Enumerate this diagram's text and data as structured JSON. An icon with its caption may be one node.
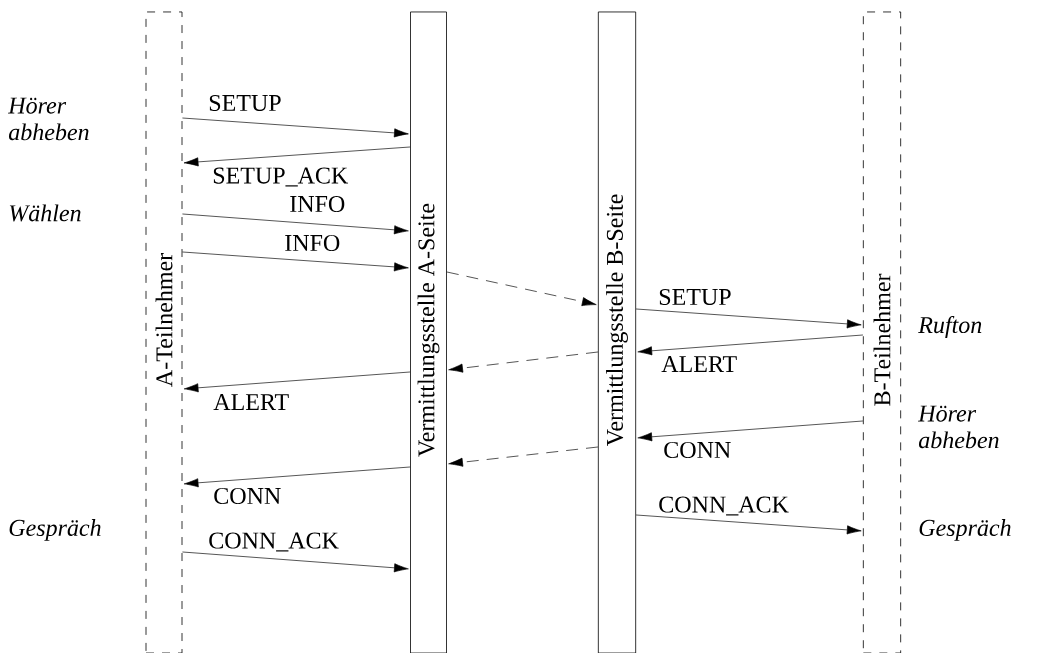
{
  "diagram": {
    "nodes": [
      {
        "text": [
          "A-Teilnehmer"
        ]
      },
      {
        "text": [
          "Vermittlungsstelle A-Seite"
        ]
      },
      {
        "text": [
          "Vermittlungsstelle B-Seite"
        ]
      },
      {
        "text": [
          "B-Teilnehmer"
        ]
      }
    ],
    "edges": [
      {
        "from": 0,
        "to": 1,
        "arrow": "to",
        "label": "SETUP"
      },
      {
        "from": 1,
        "to": 0,
        "arrow": "to",
        "label": "SETUP_ACK"
      },
      {
        "from": 0,
        "to": 1,
        "arrow": "to",
        "label": "INFO"
      },
      {
        "from": 0,
        "to": 1,
        "arrow": "to",
        "label": "INFO"
      },
      {
        "from": 1,
        "to": 2,
        "arrow": "to",
        "style": "dashed"
      },
      {
        "from": 2,
        "to": 3,
        "arrow": "to",
        "label": "SETUP"
      },
      {
        "from": 3,
        "to": 2,
        "arrow": "to",
        "label": "ALERT"
      },
      {
        "from": 2,
        "to": 1,
        "arrow": "to",
        "style": "dashed"
      },
      {
        "from": 1,
        "to": 0,
        "arrow": "to",
        "label": "ALERT"
      },
      {
        "from": 3,
        "to": 2,
        "arrow": "to",
        "label": "CONN"
      },
      {
        "from": 2,
        "to": 1,
        "arrow": "to",
        "style": "dashed"
      },
      {
        "from": 1,
        "to": 0,
        "arrow": "to",
        "label": "CONN"
      },
      {
        "from": 2,
        "to": 3,
        "arrow": "to",
        "label": "CONN_ACK"
      },
      {
        "from": 0,
        "to": 1,
        "arrow": "to",
        "label": "CONN_ACK"
      }
    ],
    "labels": [
      "Hörer abheben",
      "Wählen",
      "Rufton",
      "Hörer abheben",
      "Gespräch",
      "Gespräch"
    ]
  }
}
